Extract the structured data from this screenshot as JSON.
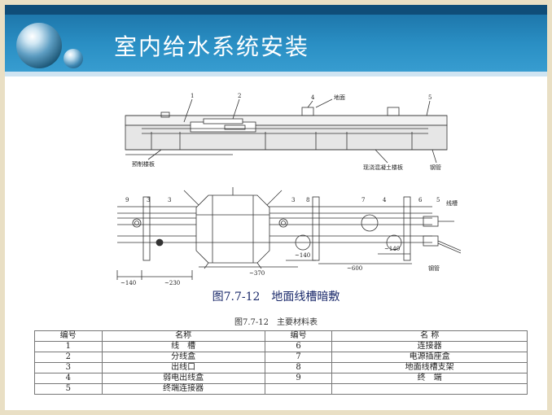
{
  "header": {
    "title": "室内给水系统安装"
  },
  "figure": {
    "caption": "图7.7-12　地面线槽暗敷",
    "top_labels": {
      "n1": "1",
      "n2": "2",
      "n3": "4",
      "n4": "5",
      "ground": "地面",
      "precast": "预制楼板",
      "castinplace": "现浇混凝土楼板",
      "steel": "钢管"
    },
    "bottom_labels": {
      "a": "9",
      "b": "3",
      "c": "3",
      "d": "3",
      "e": "8",
      "f": "7",
      "g": "4",
      "h": "6",
      "i": "5",
      "trough": "线槽",
      "steel": "钢管",
      "d140a": "~140",
      "d230": "~230",
      "d370": "~370",
      "d140b": "~140",
      "d600": "~600",
      "d140c": "~140"
    }
  },
  "table": {
    "caption": "图7.7-12　主要材料表",
    "headers": [
      "编号",
      "名称",
      "编号",
      "名 称"
    ],
    "rows": [
      [
        "1",
        "线　槽",
        "6",
        "连接器"
      ],
      [
        "2",
        "分线盒",
        "7",
        "电源插座盒"
      ],
      [
        "3",
        "出线口",
        "8",
        "地面线槽支架"
      ],
      [
        "4",
        "弱电出线盒",
        "9",
        "终　端"
      ],
      [
        "5",
        "终端连接器",
        "",
        ""
      ]
    ]
  }
}
